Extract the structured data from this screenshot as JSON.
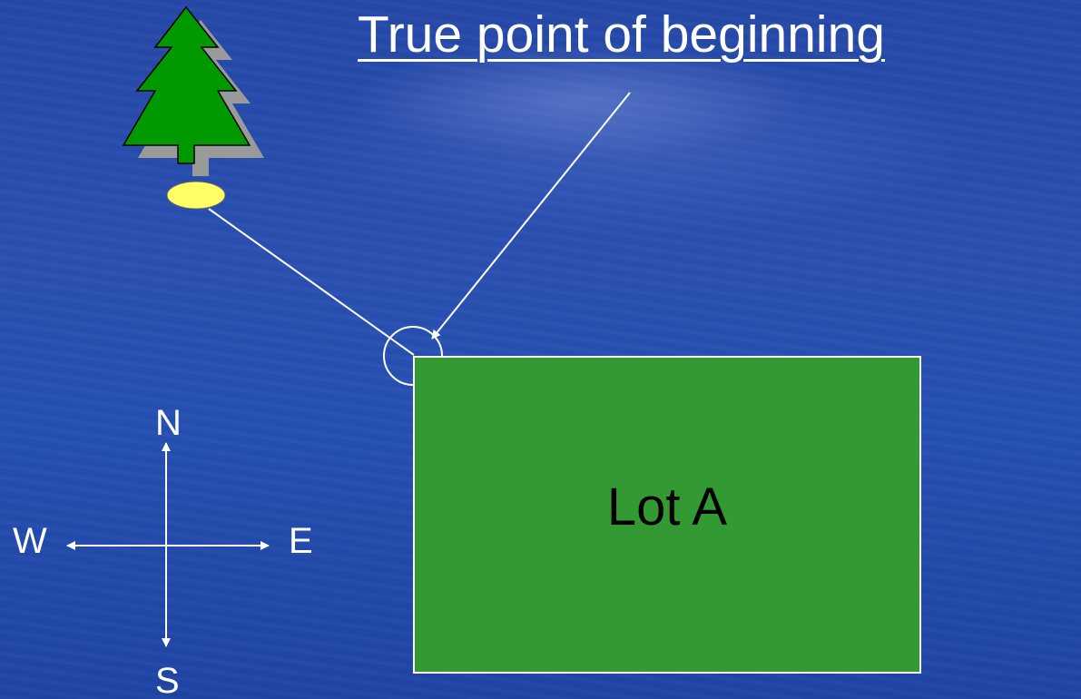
{
  "title": "True point of beginning",
  "lot": {
    "label": "Lot A"
  },
  "compass": {
    "north": "N",
    "south": "S",
    "west": "W",
    "east": "E"
  },
  "icons": {
    "tree": "pine-tree-icon",
    "marker": "yellow-marker-icon"
  },
  "colors": {
    "background": "#2a4fb0",
    "lot_fill": "#339933",
    "tree_fill": "#009900",
    "marker_fill": "#ffff66",
    "lines": "#ffffff"
  }
}
